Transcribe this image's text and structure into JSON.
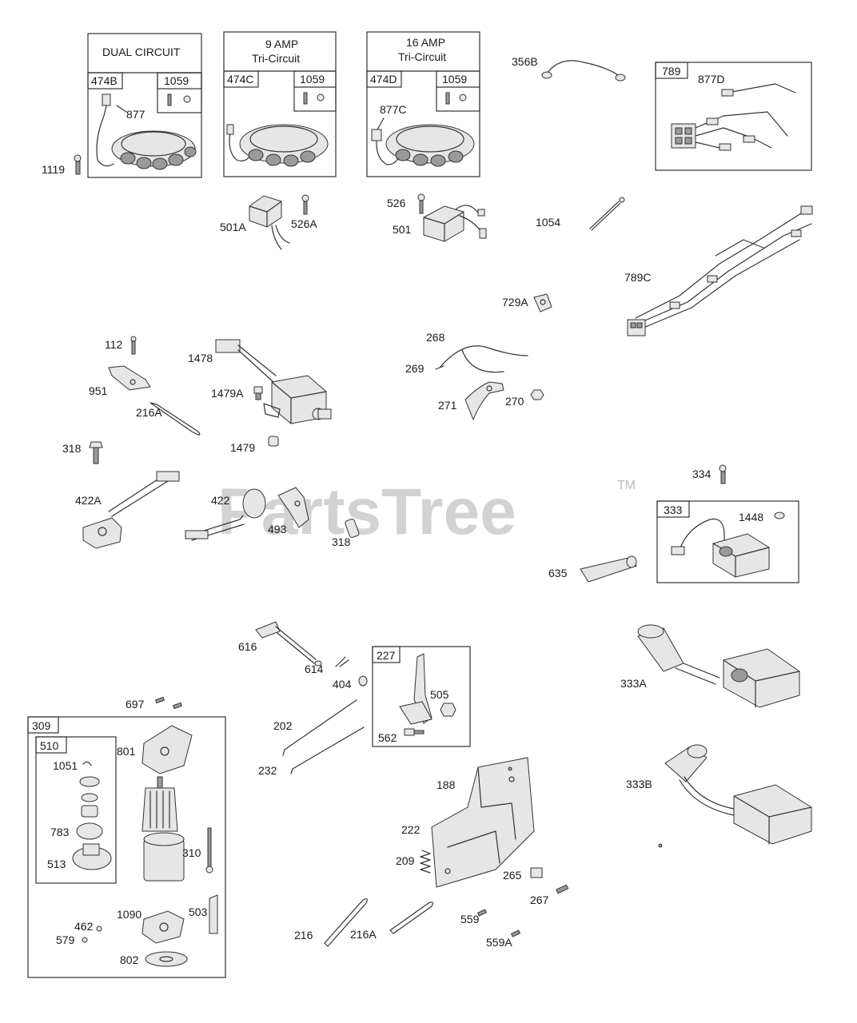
{
  "watermark": {
    "brand": "PartsTree",
    "trademark": "TM"
  },
  "boxes": {
    "dual_circuit": {
      "title": "DUAL CIRCUIT",
      "left": "474B",
      "right": "1059"
    },
    "nine_amp": {
      "title_line1": "9  AMP",
      "title_line2": "Tri-Circuit",
      "left": "474C",
      "right": "1059"
    },
    "sixteen_amp": {
      "title_line1": "16  AMP",
      "title_line2": "Tri-Circuit",
      "left": "474D",
      "right": "1059"
    },
    "harness_789": {
      "left": "789"
    },
    "ignition_333": {
      "left": "333"
    },
    "linkage_227": {
      "left": "227"
    },
    "starter_309": {
      "outer": "309",
      "inner": "510"
    }
  },
  "labels": {
    "p877": "877",
    "p1119": "1119",
    "p877C": "877C",
    "p356B": "356B",
    "p877D": "877D",
    "p501A": "501A",
    "p526A": "526A",
    "p526": "526",
    "p501": "501",
    "p1054": "1054",
    "p789C": "789C",
    "p729A": "729A",
    "p112": "112",
    "p1478": "1478",
    "p951": "951",
    "p1479A": "1479A",
    "p216A_top": "216A",
    "p318_top": "318",
    "p1479": "1479",
    "p268": "268",
    "p269": "269",
    "p271": "271",
    "p270": "270",
    "p334": "334",
    "p1448": "1448",
    "p635": "635",
    "p422A": "422A",
    "p422": "422",
    "p493": "493",
    "p318_mid": "318",
    "p616": "616",
    "p614": "614",
    "p404": "404",
    "p505": "505",
    "p562": "562",
    "p202": "202",
    "p232": "232",
    "p697": "697",
    "p333A": "333A",
    "p333B": "333B",
    "p801": "801",
    "p1051": "1051",
    "p783": "783",
    "p513": "513",
    "p310": "310",
    "p188": "188",
    "p222": "222",
    "p209": "209",
    "p265": "265",
    "p267": "267",
    "p503": "503",
    "p1090": "1090",
    "p462": "462",
    "p579": "579",
    "p802": "802",
    "p216": "216",
    "p216A_bot": "216A",
    "p559": "559",
    "p559A": "559A"
  }
}
